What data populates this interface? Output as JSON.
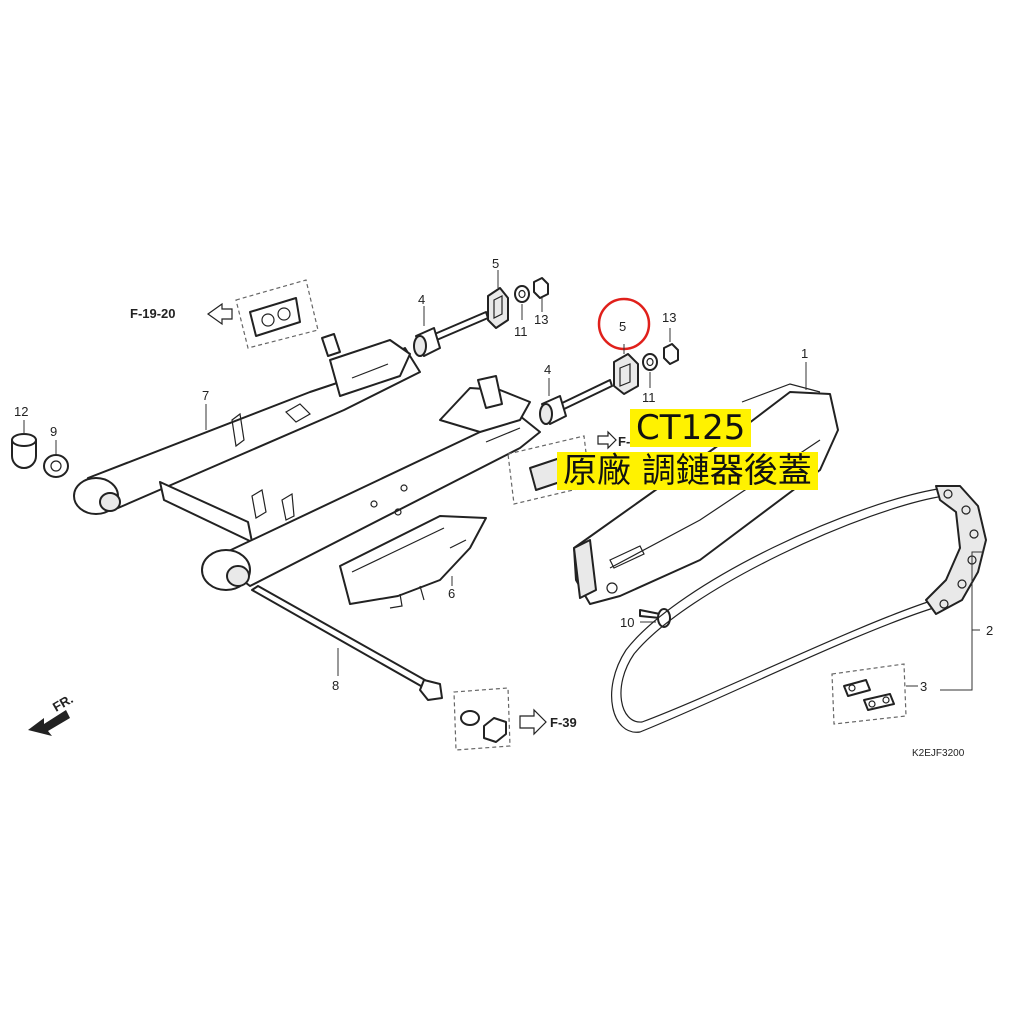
{
  "refs": {
    "f19": "F-19-20",
    "f39": "F-39",
    "f_partial": "F-",
    "fr": "FR."
  },
  "callouts": {
    "c1": "1",
    "c2": "2",
    "c3": "3",
    "c4a": "4",
    "c4b": "4",
    "c5a": "5",
    "c5b": "5",
    "c6": "6",
    "c7": "7",
    "c8": "8",
    "c9": "9",
    "c10": "10",
    "c11a": "11",
    "c11b": "11",
    "c12": "12",
    "c13a": "13",
    "c13b": "13"
  },
  "diagram_code": "K2EJF3200",
  "highlight": {
    "line1": "CT125",
    "line2": "原廠 調鏈器後蓋"
  },
  "colors": {
    "highlight_bg": "#fff200",
    "circle": "#e0201b",
    "ink": "#222222"
  }
}
